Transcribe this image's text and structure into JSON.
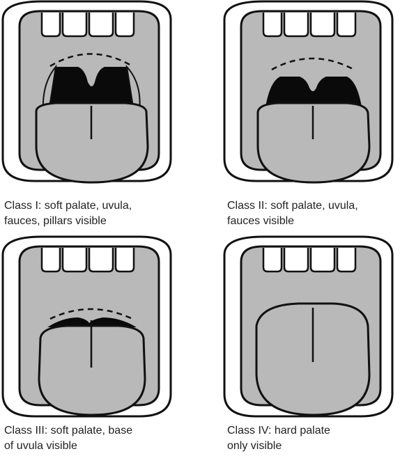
{
  "colors": {
    "line": "#111111",
    "fill_gray": "#b9b9b9",
    "dark": "#0a0a0a",
    "white": "#ffffff"
  },
  "captions": [
    {
      "line1": "Class I: soft palate, uvula,",
      "line2": "fauces, pillars visible"
    },
    {
      "line1": "Class II: soft palate, uvula,",
      "line2": "fauces visible"
    },
    {
      "line1": "Class III: soft palate, base",
      "line2": "of uvula visible"
    },
    {
      "line1": "Class IV: hard palate",
      "line2": "only visible"
    }
  ]
}
